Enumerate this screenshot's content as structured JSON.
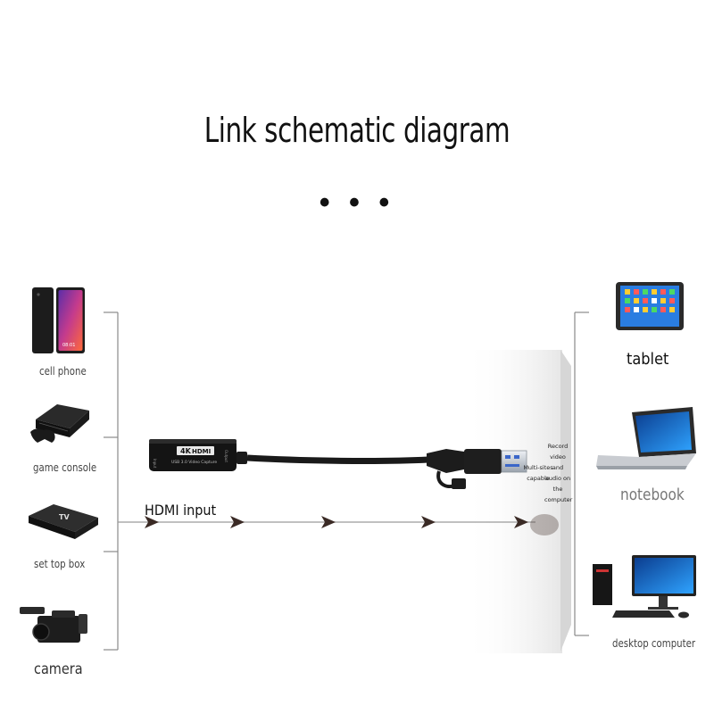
{
  "title": "Link schematic diagram",
  "dots": "• • •",
  "input_devices": [
    {
      "label": "cell phone",
      "icon": "cell-phone-icon"
    },
    {
      "label": "game console",
      "icon": "game-console-icon"
    },
    {
      "label": "set top box",
      "icon": "set-top-box-icon"
    },
    {
      "label": "camera",
      "icon": "video-camera-icon"
    }
  ],
  "output_devices": [
    {
      "label": "tablet",
      "icon": "tablet-icon"
    },
    {
      "label": "notebook",
      "icon": "laptop-icon"
    },
    {
      "label": "desktop computer",
      "icon": "desktop-computer-icon"
    }
  ],
  "capture_card": {
    "badge": "4K HDMI",
    "subtitle": "USB 3.0 Video Capture",
    "side_left": "Input",
    "side_right": "Output"
  },
  "hdmi_input_label": "HDMI input",
  "notes": {
    "left": [
      "Multi-sites",
      "capable"
    ],
    "right": [
      "Record",
      "video",
      "and",
      "audio on",
      "the",
      "computer"
    ]
  },
  "colors": {
    "bracket": "#888888",
    "arrow": "#3a2a25",
    "cable": "#1a1a1a",
    "usb_metal": "#c8d0d8",
    "usb_blue": "#3a66c9"
  }
}
